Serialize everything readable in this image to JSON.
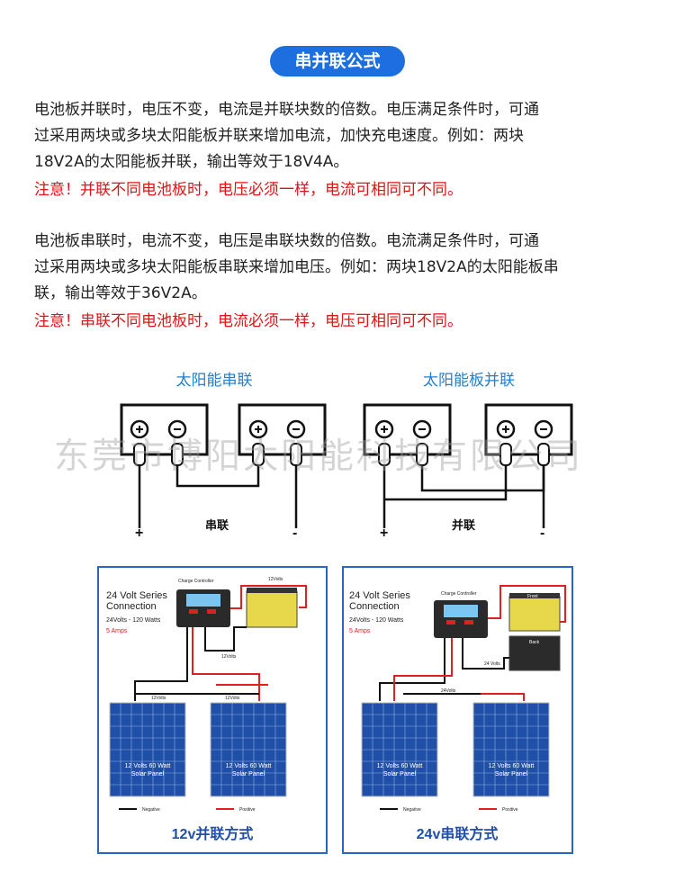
{
  "header": {
    "title": "串并联公式"
  },
  "parallel_section": {
    "lines": [
      "电池板并联时，电压不变，电流是并联块数的倍数。电压满足条件时，可通",
      "过采用两块或多块太阳能板并联来增加电流，加快充电速度。例如：两块",
      "18V2A的太阳能板并联，输出等效于18V4A。"
    ],
    "note": "注意！并联不同电池板时，电压必须一样，电流可相同可不同。"
  },
  "series_section": {
    "lines": [
      "电池板串联时，电流不变，电压是串联块数的倍数。电流满足条件时，可通",
      "过采用两块或多块太阳能板串联来增加电压。例如：两块18V2A的太阳能板串",
      "联，输出等效于36V2A。"
    ],
    "note": "注意！串联不同电池板时，电流必须一样，电压可相同可不同。"
  },
  "diagrams": {
    "series": {
      "title": "太阳能串联",
      "label": "串联",
      "plus": "+",
      "minus": "-"
    },
    "parallel": {
      "title": "太阳能板并联",
      "label": "并联",
      "plus": "+",
      "minus": "-"
    }
  },
  "watermark": "东莞市博阳太阳能科技有限公司",
  "panels": [
    {
      "heading1": "24 Volt Series",
      "heading2": "Connection",
      "spec": "24Volts - 120 Watts",
      "amps": "5 Amps",
      "controller": "Charge Controller",
      "battery_label": "12Volts",
      "wire_label_1": "12Volts",
      "wire_label_2": "12Volts",
      "wire_label_3": "12Volts",
      "panel_text_1": "12 Volts 60 Watt",
      "panel_text_2": "Solar Panel",
      "legend_negative": "Negative",
      "legend_positive": "Positive",
      "caption": "12v并联方式"
    },
    {
      "heading1": "24 Volt Series",
      "heading2": "Connection",
      "spec": "24Volts - 120 Watts",
      "amps": "5 Amps",
      "controller": "Charge Controller",
      "battery_top": "Front",
      "battery_back": "Back",
      "wire_label_1": "24 Volts",
      "wire_label_2": "24Volts",
      "panel_text_1": "12 Volts 60 Watt",
      "panel_text_2": "Solar Panel",
      "legend_negative": "Negative",
      "legend_positive": "Positive",
      "caption": "24v串联方式"
    }
  ],
  "colors": {
    "accent": "#1d6fe0",
    "note": "#e01414",
    "wire_red": "#e02020",
    "frame_blue": "#2a66c9"
  }
}
